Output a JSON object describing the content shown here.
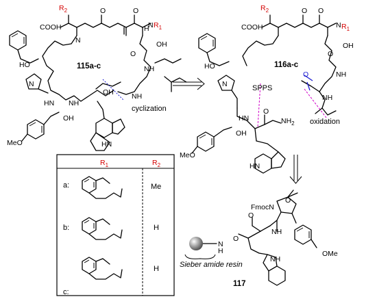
{
  "compounds": {
    "left": "115a-c",
    "right": "116a-c",
    "resin": "117"
  },
  "annotations": {
    "cyclization": "cyclization",
    "spps": "SPPS",
    "oxidation": "oxidation",
    "resin_name": "Sieber amide resin"
  },
  "table": {
    "col1": "R",
    "col1_sub": "1",
    "col2": "R",
    "col2_sub": "2",
    "rows": [
      {
        "label": "a:",
        "r2": "Me"
      },
      {
        "label": "b:",
        "r2": "H"
      },
      {
        "label": "c:",
        "r2": "H"
      }
    ]
  },
  "atoms": {
    "cooh": "COO",
    "h": "H",
    "r": "R",
    "sub1": "1",
    "sub2": "2",
    "n": "N",
    "nh": "NH",
    "hn": "HN",
    "o": "O",
    "oh": "OH",
    "ho": "HO",
    "meo": "MeO",
    "ome": "OMe",
    "nh2": "NH",
    "nh2_sub": "2",
    "fmoc": "Fmoc",
    "hplus": "H"
  },
  "colors": {
    "r_labels": "#d40000",
    "cyclization": "#1a1ad0",
    "spps_oxidation": "#d000c8"
  }
}
